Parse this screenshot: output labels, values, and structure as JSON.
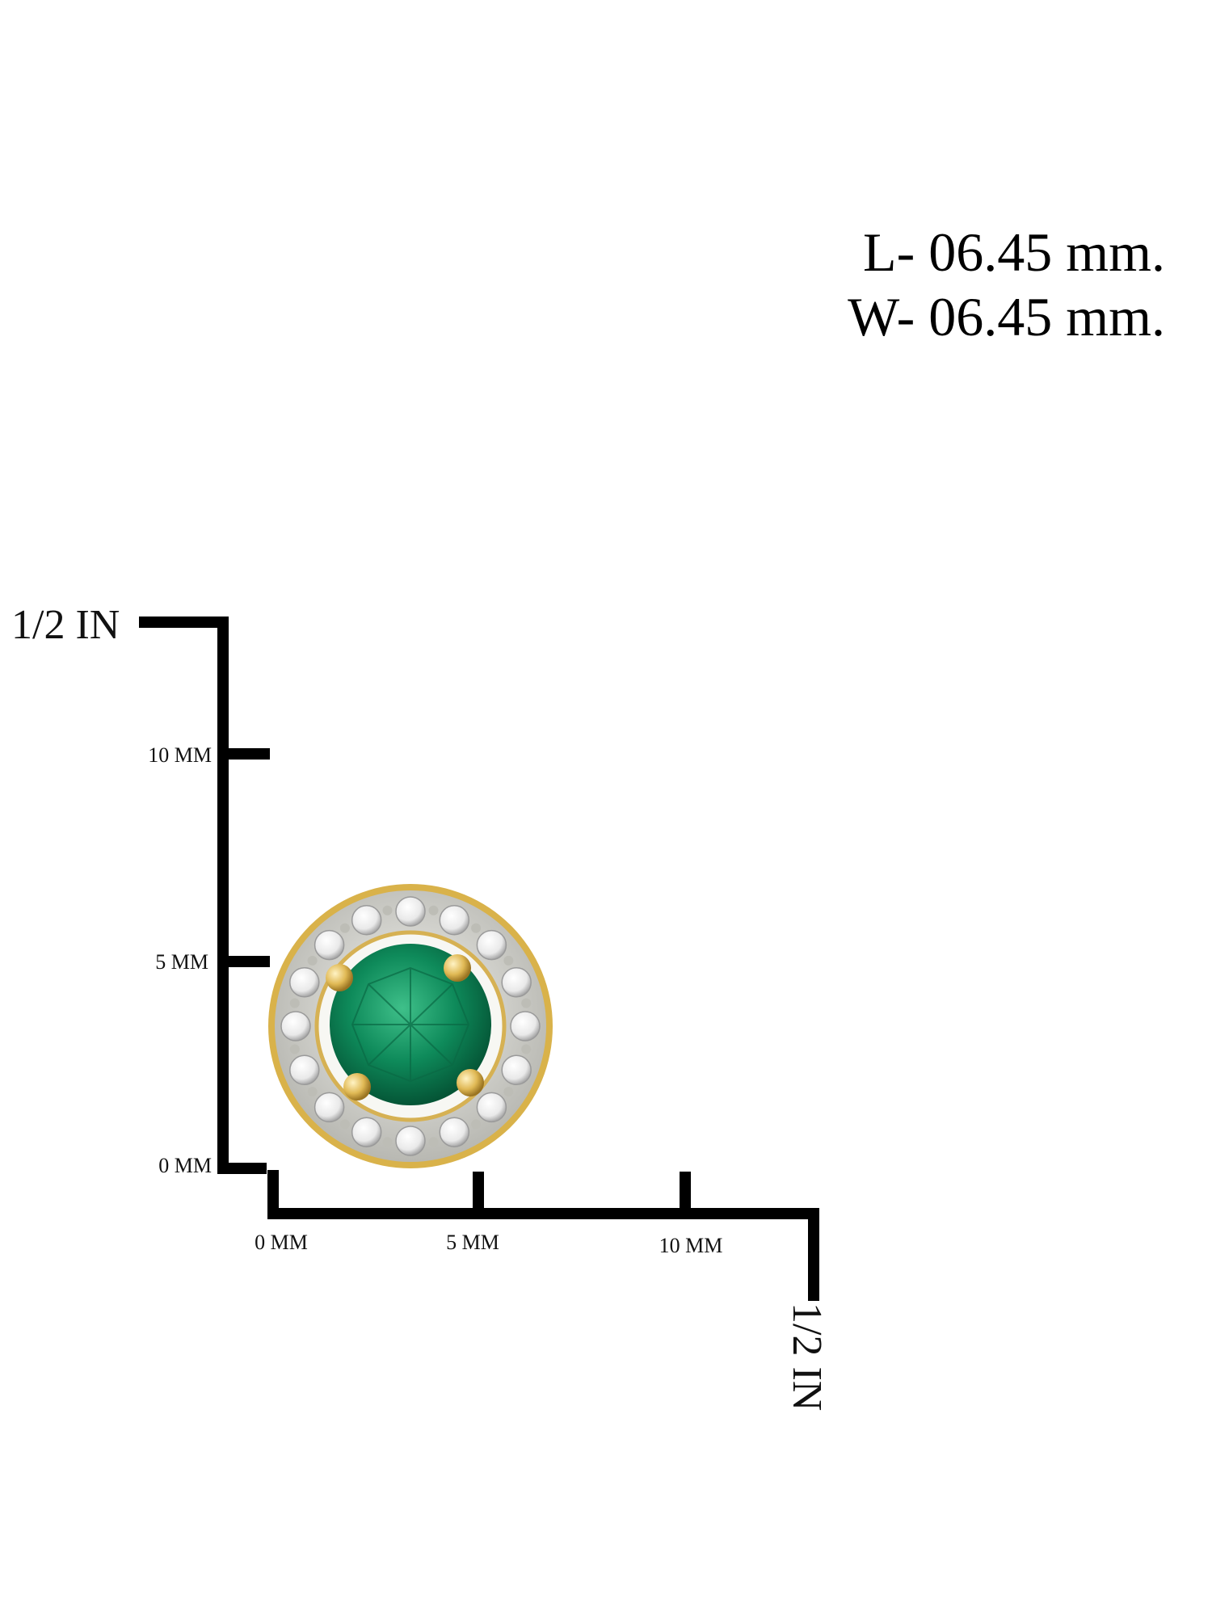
{
  "dimensions": {
    "length": "L- 06.45 mm.",
    "width": "W- 06.45 mm."
  },
  "scale": {
    "vertical_title": "1/2 IN",
    "horizontal_title": "1/2 IN",
    "vertical_ticks": [
      "10 MM",
      "5 MM",
      "0 MM"
    ],
    "horizontal_ticks": [
      "0 MM",
      "5 MM",
      "10 MM"
    ]
  },
  "colors": {
    "ruler": "#000000",
    "emerald": "#0e8a5a",
    "gold": "#d9b24a",
    "halo_metal": "#c9c9c4"
  }
}
